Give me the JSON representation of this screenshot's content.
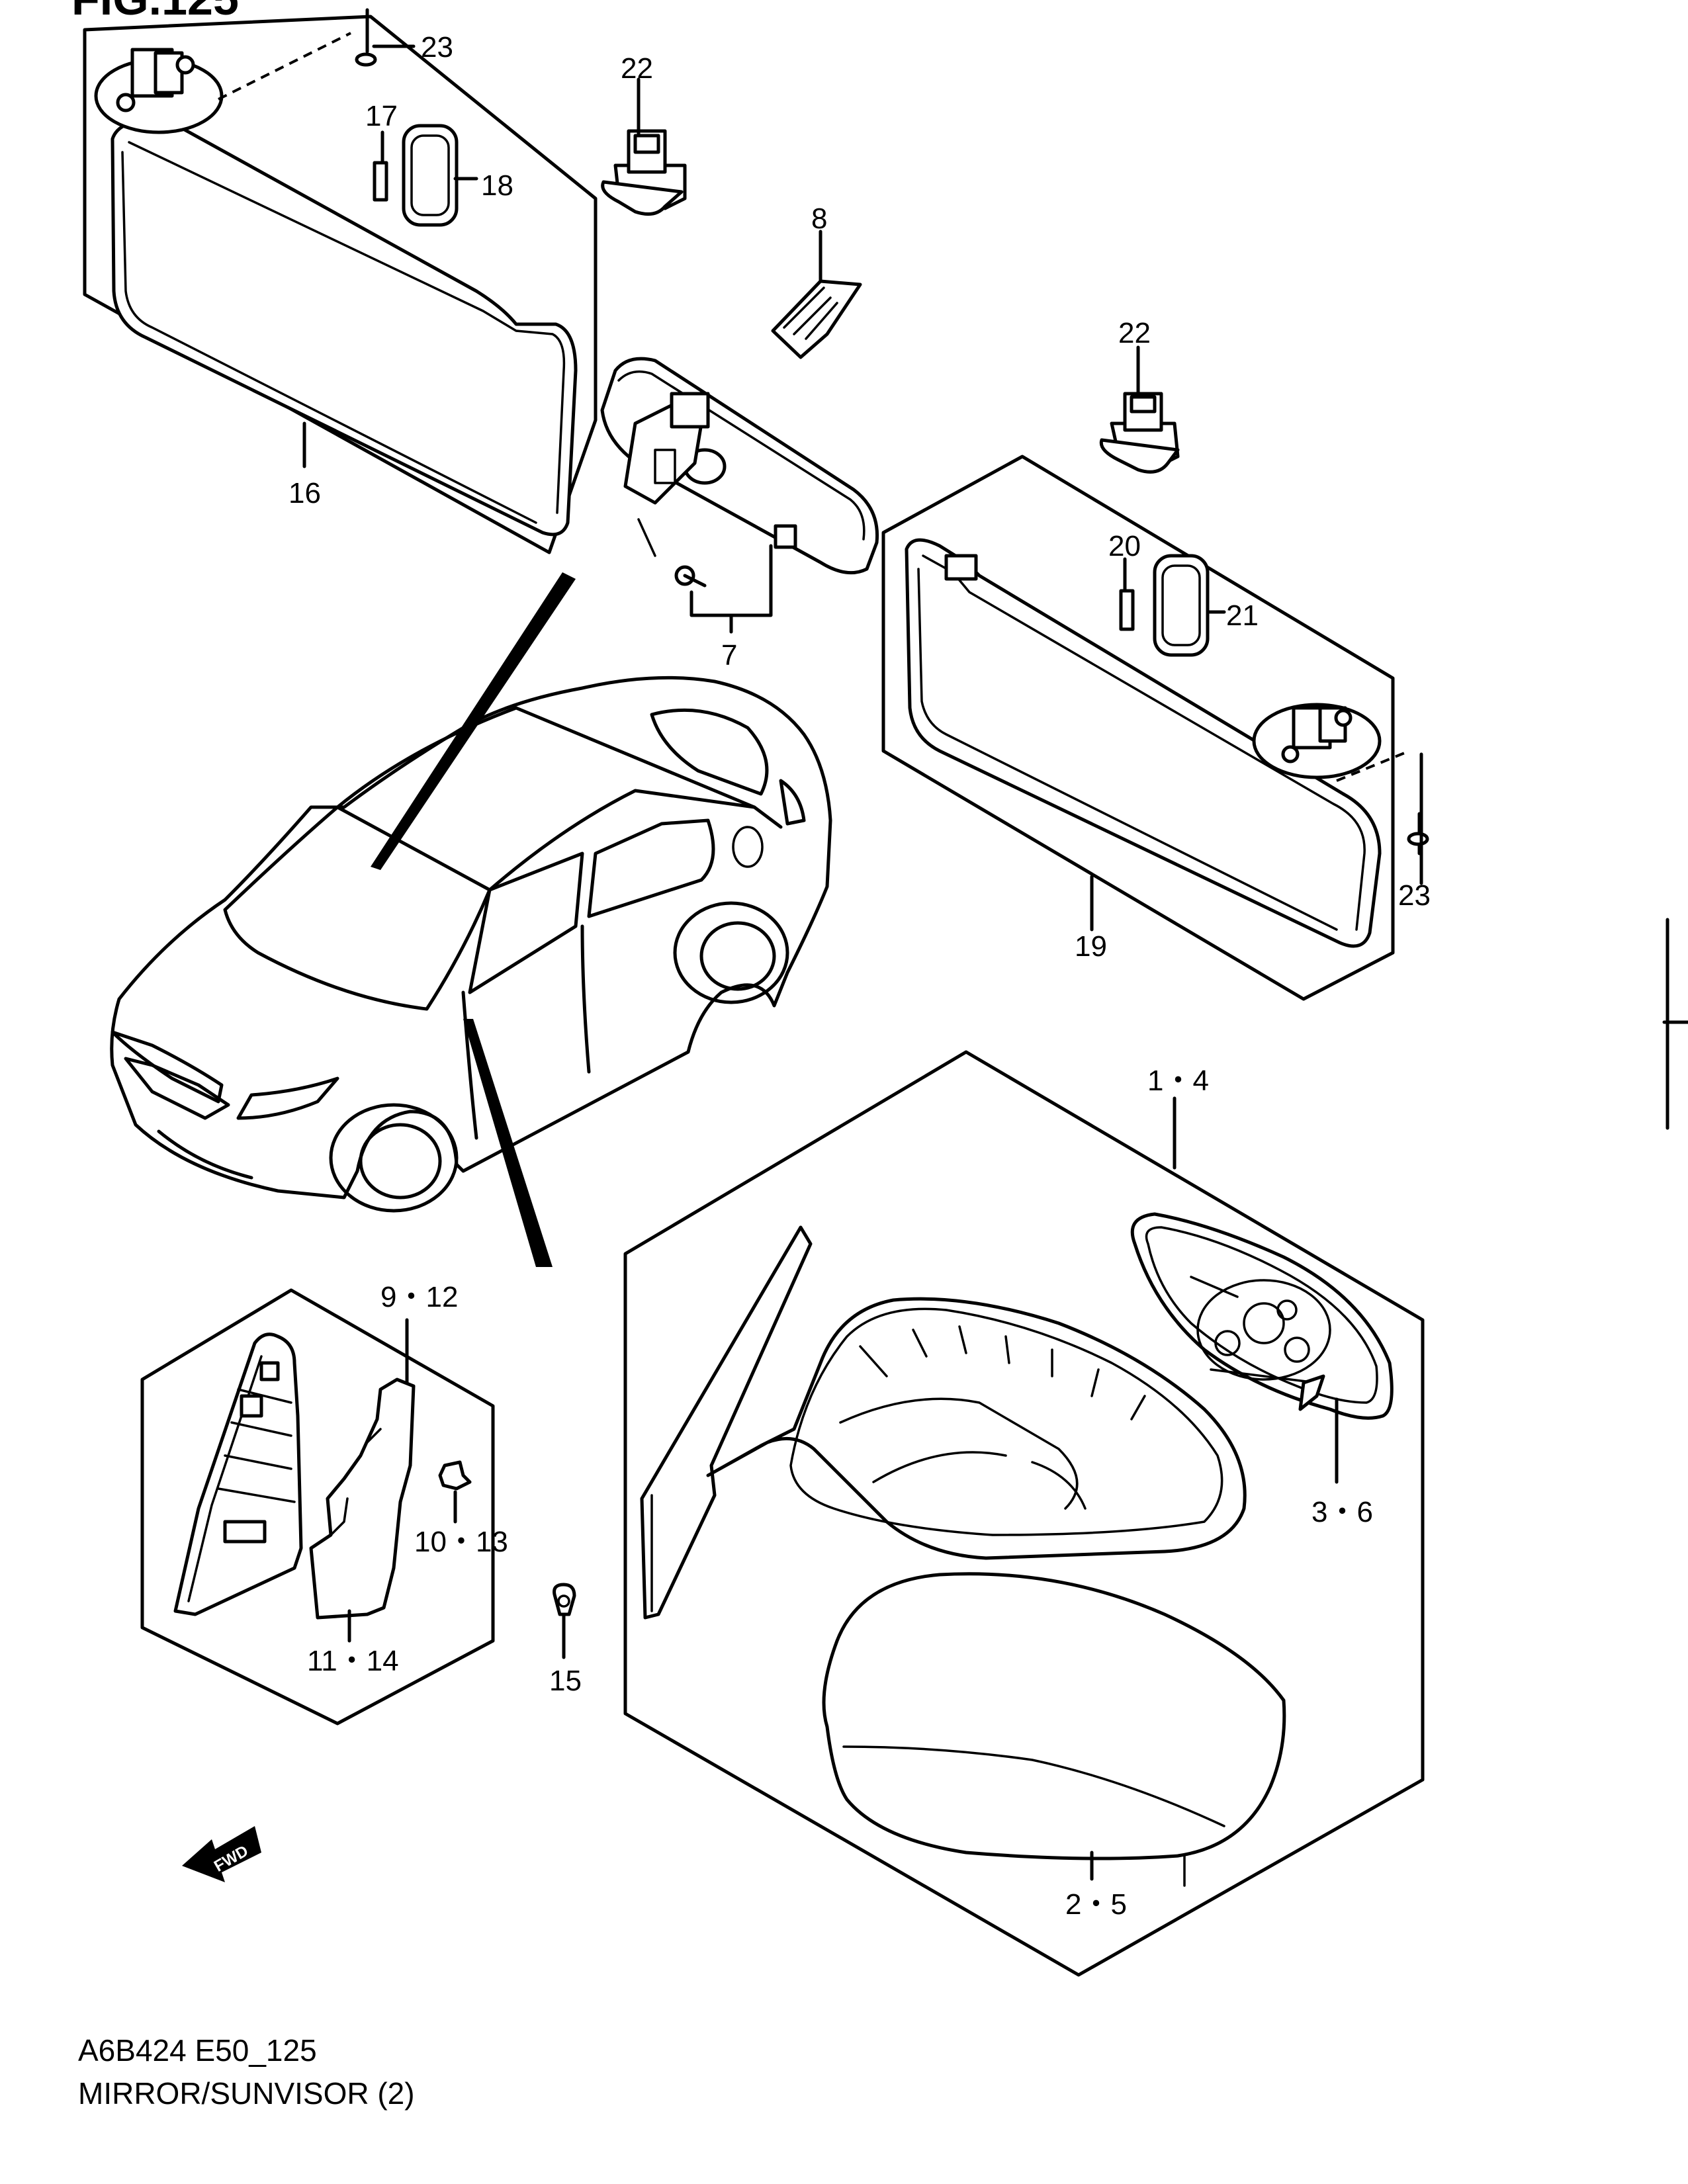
{
  "figure_label": "FIG.125",
  "diagram_code": "A6B424 E50_125",
  "diagram_title": "MIRROR/SUNVISOR (2)",
  "direction_label": "FWD",
  "callouts": {
    "c23_top": "23",
    "c22_top": "22",
    "c17": "17",
    "c18": "18",
    "c8": "8",
    "c16": "16",
    "c7": "7",
    "c22_right": "22",
    "c20": "20",
    "c21": "21",
    "c23_right": "23",
    "c19": "19",
    "c1_4": "1・4",
    "c9_12": "9・12",
    "c10_13": "10・13",
    "c11_14": "11・14",
    "c15": "15",
    "c3_6": "3・6",
    "c2_5": "2・5"
  }
}
